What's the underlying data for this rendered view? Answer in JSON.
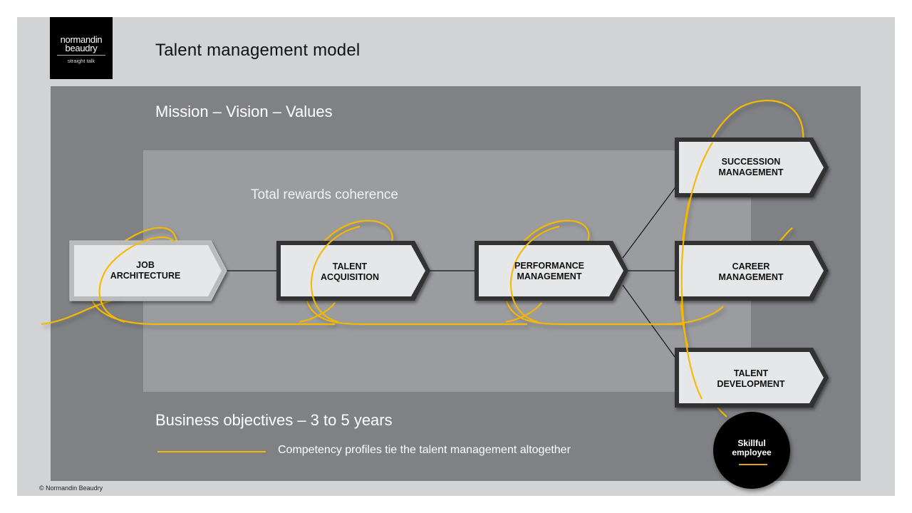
{
  "logo": {
    "line1": "normandin",
    "line2": "beaudry",
    "tagline": "straight talk"
  },
  "title": "Talent management model",
  "layers": {
    "outer": "Mission – Vision – Values",
    "inner": "Total rewards coherence",
    "bottom": "Business objectives – 3 to 5 years"
  },
  "nodes": [
    {
      "id": "job-architecture",
      "line1": "JOB",
      "line2": "ARCHITECTURE"
    },
    {
      "id": "talent-acquisition",
      "line1": "TALENT",
      "line2": "ACQUISITION"
    },
    {
      "id": "performance-management",
      "line1": "PERFORMANCE",
      "line2": "MANAGEMENT"
    },
    {
      "id": "succession-management",
      "line1": "SUCCESSION",
      "line2": "MANAGEMENT"
    },
    {
      "id": "career-management",
      "line1": "CAREER",
      "line2": "MANAGEMENT"
    },
    {
      "id": "talent-development",
      "line1": "TALENT",
      "line2": "DEVELOPMENT"
    }
  ],
  "edges": [
    [
      "job-architecture",
      "talent-acquisition"
    ],
    [
      "talent-acquisition",
      "performance-management"
    ],
    [
      "performance-management",
      "succession-management"
    ],
    [
      "performance-management",
      "career-management"
    ],
    [
      "performance-management",
      "talent-development"
    ]
  ],
  "outcome": {
    "line1": "Skillful",
    "line2": "employee"
  },
  "legend": {
    "text": "Competency profiles tie the talent management altogether",
    "color": "#f5b800"
  },
  "colors": {
    "accent": "#f5b800",
    "box_fill": "#e6e7e8",
    "box_border": "#333333",
    "outer_panel": "#808184",
    "inner_panel": "#9b9c9f"
  },
  "copyright": "© Normandin Beaudry"
}
